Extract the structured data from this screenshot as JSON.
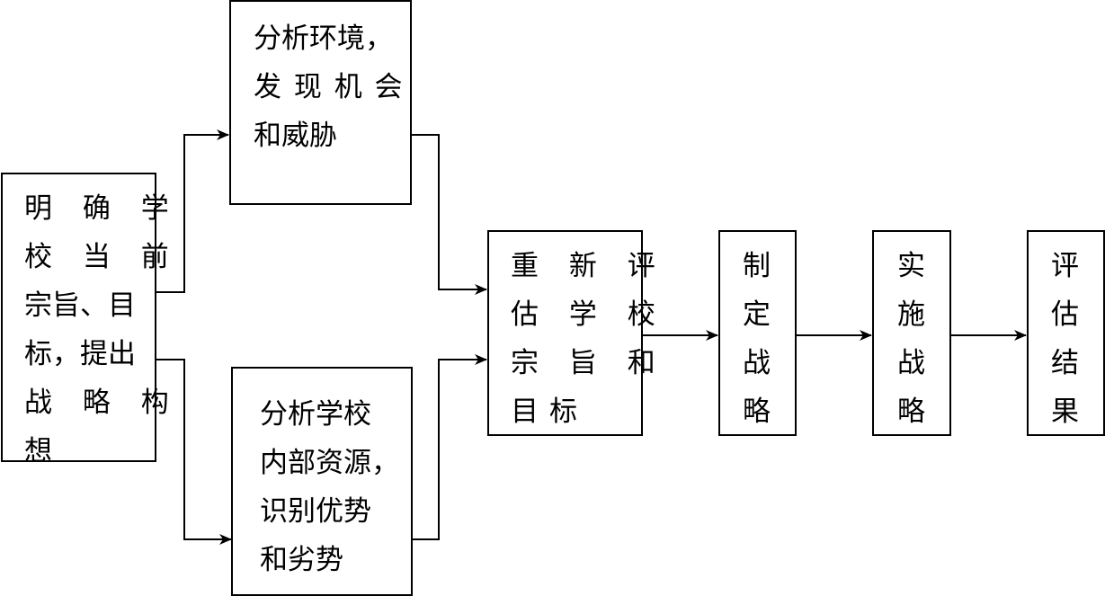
{
  "nodes": {
    "start": {
      "lines": [
        "明 确 学",
        "校 当 前",
        "宗旨、目",
        "标，提出",
        "战 略 构",
        "想"
      ]
    },
    "environment": {
      "lines": [
        "分析环境，",
        "发 现 机 会",
        "和威胁"
      ]
    },
    "internal": {
      "lines": [
        "分析学校",
        "内部资源，",
        "识别优势",
        "和劣势"
      ]
    },
    "reassess": {
      "lines": [
        "重 新 评",
        "估 学 校",
        "宗 旨 和",
        "目标"
      ]
    },
    "formulate": {
      "lines": [
        "制",
        "定",
        "战",
        "略"
      ]
    },
    "implement": {
      "lines": [
        "实",
        "施",
        "战",
        "略"
      ]
    },
    "evaluate": {
      "lines": [
        "评",
        "估",
        "结",
        "果"
      ]
    }
  }
}
